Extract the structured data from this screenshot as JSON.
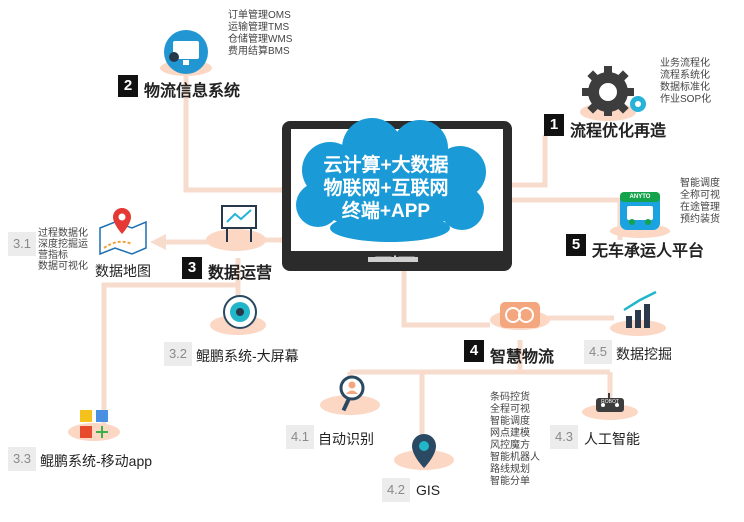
{
  "center": {
    "line1": "云计算+大数据",
    "line2": "物联网+互联网",
    "line3": "终端+APP",
    "dots": "▬▬ • ▬▬"
  },
  "node1": {
    "num": "1",
    "title": "流程优化再造",
    "items": [
      "业务流程化",
      "流程系统化",
      "数据标准化",
      "作业SOP化"
    ]
  },
  "node2": {
    "num": "2",
    "title": "物流信息系统",
    "items": [
      "订单管理OMS",
      "运输管理TMS",
      "仓储管理WMS",
      "费用结算BMS"
    ]
  },
  "node3": {
    "num": "3",
    "title": "数据运营"
  },
  "node31": {
    "num": "3.1",
    "title": "数据地图",
    "items": [
      "过程数据化",
      "深度挖掘运",
      "营指标",
      "数据可视化"
    ]
  },
  "node32": {
    "num": "3.2",
    "title": "鲲鹏系统-大屏幕"
  },
  "node33": {
    "num": "3.3",
    "title": "鲲鹏系统-移动app"
  },
  "node4": {
    "num": "4",
    "title": "智慧物流",
    "items": [
      "条码控货",
      "全程可视",
      "智能调度",
      "网点建模",
      "风控魔方",
      "智能机器人",
      "路线规划",
      "智能分单"
    ]
  },
  "node41": {
    "num": "4.1",
    "title": "自动识别"
  },
  "node42": {
    "num": "4.2",
    "title": "GIS"
  },
  "node43": {
    "num": "4.3",
    "title": "人工智能",
    "robot": "ROBOT"
  },
  "node45": {
    "num": "4.5",
    "title": "数据挖掘"
  },
  "node5": {
    "num": "5",
    "title": "无车承运人平台",
    "items": [
      "智能调度",
      "全称可视",
      "在途管理",
      "预约装货"
    ],
    "badge": "ANYTO"
  },
  "colors": {
    "connector": "#f7dccd",
    "accent": "#f4b79a",
    "cloud": "#1a9ad6",
    "monitor": "#2b2b2b"
  }
}
